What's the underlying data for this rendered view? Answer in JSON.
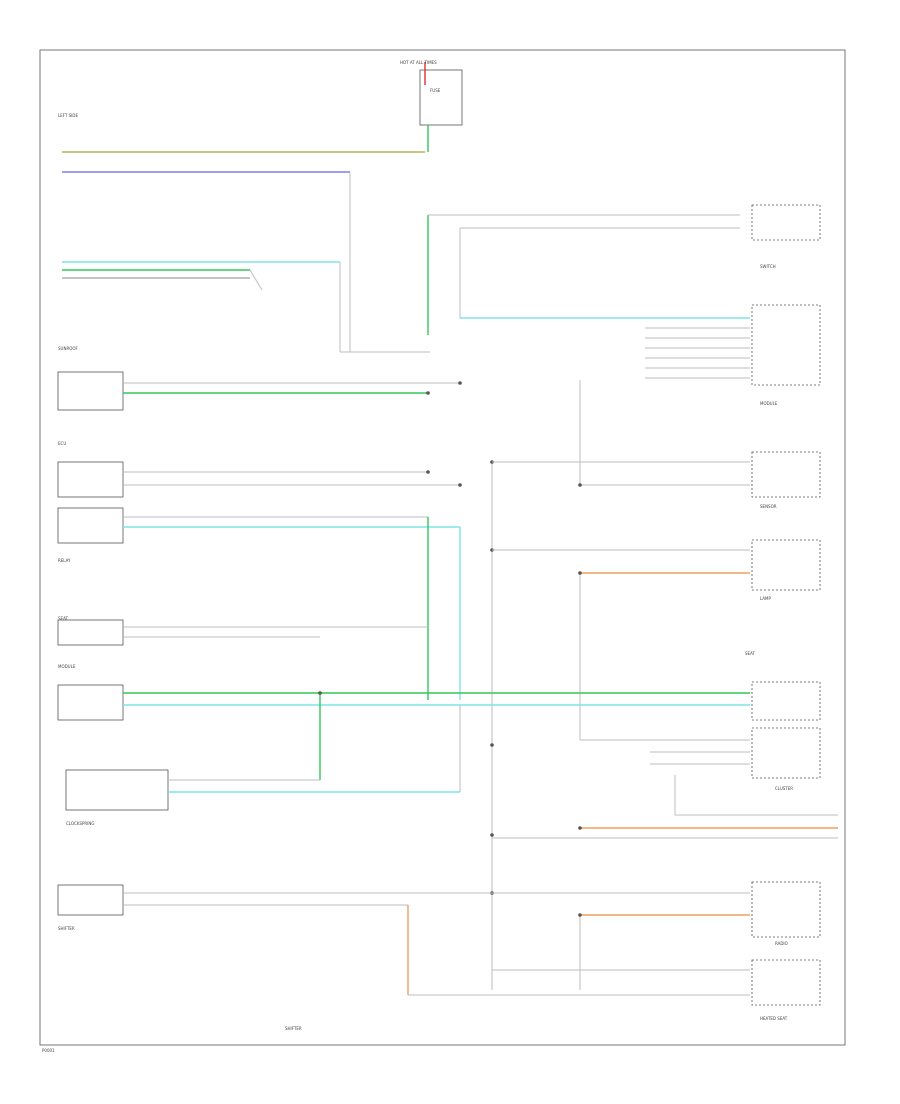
{
  "diagram": {
    "footer_code": "P0001",
    "bottom_label": "SHIFTER",
    "fuse_box": {
      "top_label": "HOT AT ALL TIMES",
      "side_label": "FUSE"
    },
    "connectors": {
      "left_upper": "LEFT SIDE",
      "sunroof": "SUNROOF",
      "ecu1": "ECU",
      "ecu2": "RELAY",
      "seat": "SEAT",
      "module": "MODULE",
      "clockspring": "CLOCKSPRING",
      "shifter_left": "SHIFTER",
      "right1": "SWITCH",
      "right2": "MODULE",
      "right3": "SENSOR",
      "right4": "LAMP",
      "right5": "SEAT",
      "right6": "CLUSTER",
      "right7": "RADIO",
      "right8": "HEATED SEAT"
    }
  }
}
